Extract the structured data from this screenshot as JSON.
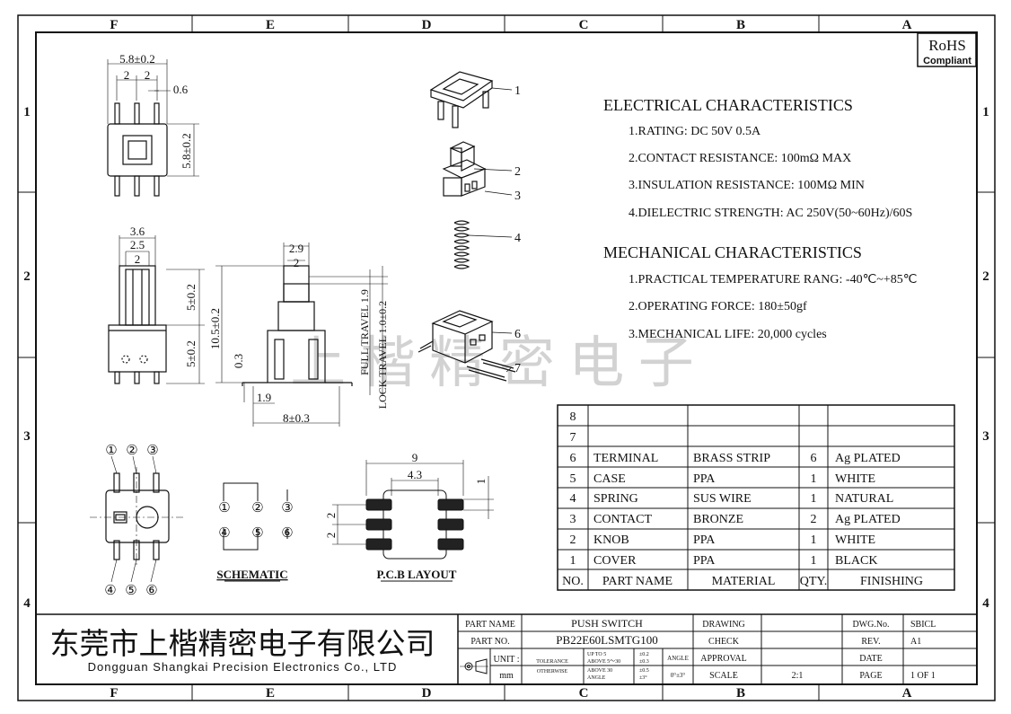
{
  "frame": {
    "column_labels": [
      "F",
      "E",
      "D",
      "C",
      "B",
      "A"
    ],
    "row_labels": [
      "1",
      "2",
      "3",
      "4"
    ]
  },
  "rohs": {
    "line1": "RoHS",
    "line2": "Compliant"
  },
  "watermark": "上 楷 精 密 电 子",
  "electrical": {
    "title": "ELECTRICAL CHARACTERISTICS",
    "items": [
      "1.RATING: DC 50V 0.5A",
      "2.CONTACT RESISTANCE: 100mΩ MAX",
      "3.INSULATION RESISTANCE: 100MΩ MIN",
      "4.DIELECTRIC STRENGTH: AC 250V(50~60Hz)/60S"
    ]
  },
  "mechanical": {
    "title": "MECHANICAL CHARACTERISTICS",
    "items": [
      "1.PRACTICAL TEMPERATURE RANG: -40℃~+85℃",
      "2.OPERATING FORCE: 180±50gf",
      "3.MECHANICAL LIFE: 20,000 cycles"
    ]
  },
  "dimensions": {
    "top_width": "5.8±0.2",
    "top_pitch_a": "2",
    "top_pitch_b": "2",
    "top_pin": "0.6",
    "top_height": "5.8±0.2",
    "side_w1": "3.6",
    "side_w2": "2.5",
    "side_w3": "2",
    "side_h_upper": "5±0.2",
    "side_h_lower": "5±0.2",
    "front_w1": "2.9",
    "front_w2": "2",
    "front_total": "10.5±0.2",
    "front_gap": "0.3",
    "front_foot": "1.9",
    "front_base": "8±0.3",
    "full_travel": "FULL TRAVEL 1.9",
    "lock_travel": "LOCK TRAVEL 1.0±0.2",
    "pcb_w": "9",
    "pcb_inner": "4.3",
    "pcb_pad": "1",
    "pcb_pitch_a": "2",
    "pcb_pitch_b": "2"
  },
  "pin_labels": [
    "①",
    "②",
    "③",
    "④",
    "⑤",
    "⑥"
  ],
  "schematic_label": "SCHEMATIC",
  "pcb_label": "P.C.B LAYOUT",
  "part_callouts": [
    "1",
    "2",
    "3",
    "4",
    "6",
    "7"
  ],
  "bom": {
    "empty_rows": [
      "8",
      "7"
    ],
    "rows": [
      {
        "no": "6",
        "name": "TERMINAL",
        "material": "BRASS STRIP",
        "qty": "6",
        "finish": "Ag PLATED"
      },
      {
        "no": "5",
        "name": "CASE",
        "material": "PPA",
        "qty": "1",
        "finish": "WHITE"
      },
      {
        "no": "4",
        "name": "SPRING",
        "material": "SUS WIRE",
        "qty": "1",
        "finish": "NATURAL"
      },
      {
        "no": "3",
        "name": "CONTACT",
        "material": "BRONZE",
        "qty": "2",
        "finish": "Ag PLATED"
      },
      {
        "no": "2",
        "name": "KNOB",
        "material": "PPA",
        "qty": "1",
        "finish": "WHITE"
      },
      {
        "no": "1",
        "name": "COVER",
        "material": "PPA",
        "qty": "1",
        "finish": "BLACK"
      }
    ],
    "header": {
      "no": "NO.",
      "name": "PART NAME",
      "material": "MATERIAL",
      "qty": "QTY.",
      "finish": "FINISHING"
    }
  },
  "title_block": {
    "company_cn": "东莞市上楷精密电子有限公司",
    "company_en": "Dongguan Shangkai Precision Electronics Co., LTD",
    "part_name_label": "PART NAME",
    "part_name": "PUSH SWITCH",
    "part_no_label": "PART NO.",
    "part_no": "PB22E60LSMTG100",
    "unit_label": "UNIT :",
    "unit": "mm",
    "tolerance_label": "TOLERANCE",
    "otherwise_label": "OTHERWISE",
    "tol_up_to_5": "UP TO 5",
    "tol_above_5_30": "ABOVE 5～30",
    "tol_above_30": "ABOVE 30",
    "tol_angle_word": "ANGLE",
    "tol_v1": "±0.2",
    "tol_v2": "±0.3",
    "tol_v3": "±0.5",
    "tol_v4": "±3°",
    "angle_label": "ANGLE",
    "angle_value": "0°±3°",
    "drawing_label": "DRAWING",
    "check_label": "CHECK",
    "approval_label": "APPROVAL",
    "scale_label": "SCALE",
    "scale": "2:1",
    "dwg_no_label": "DWG.No.",
    "dwg_no": "SBICL",
    "rev_label": "REV.",
    "rev": "A1",
    "date_label": "DATE",
    "page_label": "PAGE",
    "page": "1 OF 1"
  }
}
